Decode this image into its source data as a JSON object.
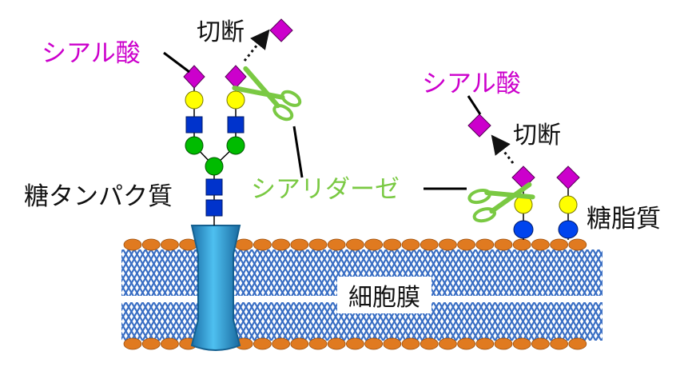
{
  "labels": {
    "sialic_acid_left": "シアル酸",
    "sialic_acid_right": "シアル酸",
    "cleavage_left": "切断",
    "cleavage_right": "切断",
    "glycoprotein": "糖タンパク質",
    "sialidase": "シアリダーゼ",
    "glycolipid": "糖脂質",
    "cell_membrane": "細胞膜"
  },
  "colors": {
    "sialic_acid": "#cc00cc",
    "galactose": "#ffff00",
    "glcnac": "#0033cc",
    "mannose": "#00bb00",
    "glucose": "#0044ee",
    "sialidase": "#7ac943",
    "membrane_head": "#e07a20",
    "membrane_tail": "#3a6fc4",
    "protein": "#2a9fd6",
    "text_black": "#111111"
  }
}
